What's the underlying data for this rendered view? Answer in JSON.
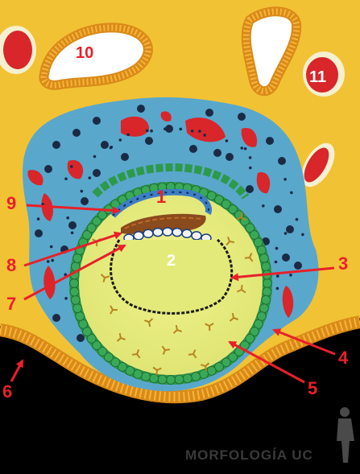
{
  "labels": {
    "l1": "1",
    "l2": "2",
    "l3": "3",
    "l4": "4",
    "l5": "5",
    "l6": "6",
    "l7": "7",
    "l8": "8",
    "l9": "9",
    "l10": "10",
    "l11": "11"
  },
  "watermark": "MORFOLOGÍA UC",
  "colors": {
    "stroma": "#f2c235",
    "background": "#000000",
    "decidua": "#5aa7cc",
    "vessels": "#d8262a",
    "yolk_sac": "#e6ec7e",
    "endoderm_cells": "#2d9a4a",
    "label_red": "#e8202a"
  }
}
